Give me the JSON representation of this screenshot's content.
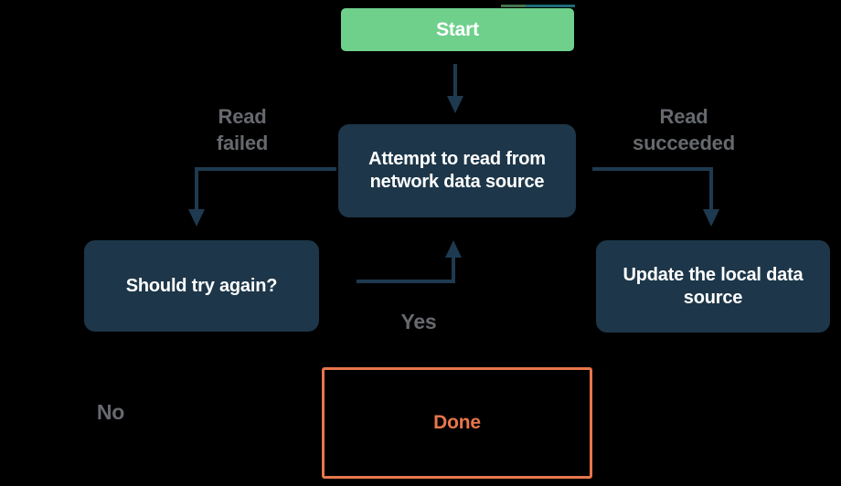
{
  "colors": {
    "background": "#000000",
    "start-fill": "#6fd08c",
    "node-fill": "#1d3649",
    "node-text": "#ffffff",
    "arrow": "#1e3a50",
    "label-text": "#66696d",
    "done-accent": "#e8764c"
  },
  "nodes": {
    "start": {
      "label": "Start"
    },
    "attempt": {
      "label": "Attempt to read from network data source"
    },
    "should_try": {
      "label": "Should try again?"
    },
    "update": {
      "label": "Update the local data source"
    },
    "done": {
      "label": "Done"
    }
  },
  "edge_labels": {
    "read_failed": "Read\nfailed",
    "read_succeeded": "Read\nsucceeded",
    "yes": "Yes",
    "no": "No"
  }
}
